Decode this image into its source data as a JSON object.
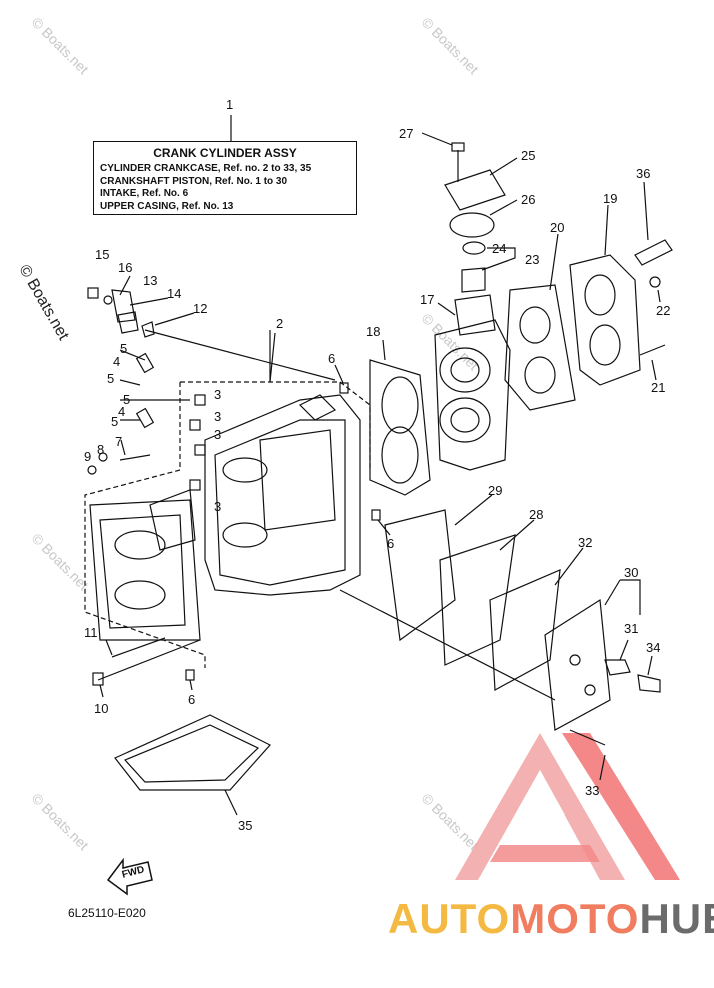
{
  "assembly": {
    "ref": "1",
    "title": "CRANK CYLINDER ASSY",
    "lines": [
      "CYLINDER CRANKCASE,  Ref. no. 2 to 33, 35",
      "CRANKSHAFT PISTON,  Ref. No. 1 to 30",
      "INTAKE,  Ref. No. 6",
      "UPPER CASING,  Ref. No. 13"
    ]
  },
  "watermarks": {
    "text": "© Boats.net"
  },
  "part_numbers": {
    "p2": "2",
    "p3a": "3",
    "p3b": "3",
    "p3c": "3",
    "p3d": "3",
    "p4a": "4",
    "p4b": "4",
    "p5a": "5",
    "p5b": "5",
    "p5c": "5",
    "p5d": "5",
    "p6a": "6",
    "p6b": "6",
    "p6c": "6",
    "p7": "7",
    "p8": "8",
    "p9": "9",
    "p10": "10",
    "p11": "11",
    "p12": "12",
    "p13": "13",
    "p14": "14",
    "p15": "15",
    "p16": "16",
    "p17": "17",
    "p18": "18",
    "p19": "19",
    "p20": "20",
    "p21": "21",
    "p22": "22",
    "p23": "23",
    "p24": "24",
    "p25": "25",
    "p26": "26",
    "p27": "27",
    "p28": "28",
    "p29": "29",
    "p30": "30",
    "p31": "31",
    "p32": "32",
    "p33": "33",
    "p34": "34",
    "p35": "35",
    "p36": "36"
  },
  "fwd_label": "FWD",
  "drawing_code": "6L25110-E020",
  "brand": {
    "auto": "AUTO",
    "moto": "MOTO",
    "hub": "HUB",
    "colors": {
      "auto": "#f4b942",
      "moto": "#f07d60",
      "hub": "#6b6b6b",
      "logo": "#f05a5a"
    }
  }
}
